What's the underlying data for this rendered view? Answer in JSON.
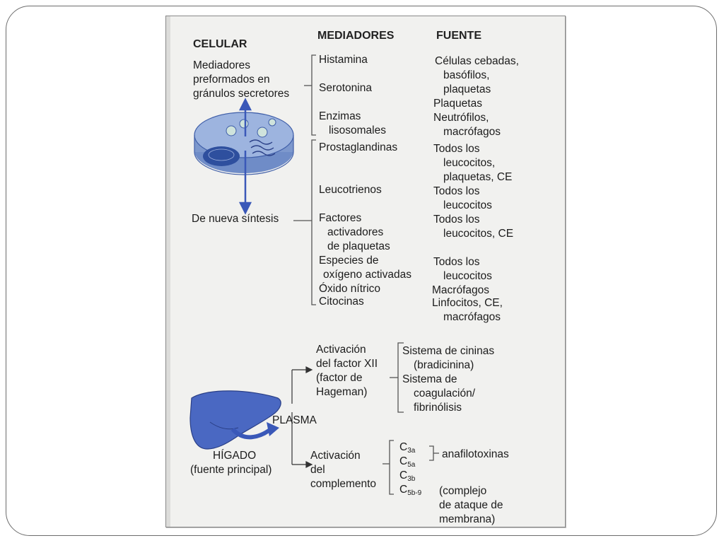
{
  "headers": {
    "celular": "CELULAR",
    "mediadores": "MEDIADORES",
    "fuente": "FUENTE"
  },
  "cell": {
    "preformed": [
      "Mediadores",
      "preformados en",
      "gránulos secretores"
    ],
    "new_synthesis": "De nueva síntesis"
  },
  "mediators": [
    {
      "name": [
        "Histamina"
      ],
      "source": [
        "Células cebadas,",
        "basófilos,",
        "plaquetas"
      ]
    },
    {
      "name": [
        "Serotonina"
      ],
      "source": [
        "Plaquetas"
      ]
    },
    {
      "name": [
        "Enzimas",
        "lisosomales"
      ],
      "source": [
        "Neutrófilos,",
        "macrófagos"
      ]
    },
    {
      "name": [
        "Prostaglandinas"
      ],
      "source": [
        "Todos los",
        "leucocitos,",
        "plaquetas, CE"
      ]
    },
    {
      "name": [
        "Leucotrienos"
      ],
      "source": [
        "Todos los",
        "leucocitos"
      ]
    },
    {
      "name": [
        "Factores",
        "activadores",
        "de plaquetas"
      ],
      "source": [
        "Todos los",
        "leucocitos, CE"
      ]
    },
    {
      "name": [
        "Especies de",
        "oxígeno activadas"
      ],
      "source": [
        "Todos los",
        "leucocitos"
      ]
    },
    {
      "name": [
        "Óxido nítrico"
      ],
      "source": [
        "Macrófagos"
      ]
    },
    {
      "name": [
        "Citocinas"
      ],
      "source": [
        "Linfocitos, CE,",
        "macrófagos"
      ]
    }
  ],
  "plasma": {
    "label": "PLASMA",
    "liver": [
      "HÍGADO",
      "(fuente principal)"
    ],
    "factor_xii": [
      "Activación",
      "del factor XII",
      "(factor de",
      "Hageman)"
    ],
    "factor_xii_systems": [
      "Sistema de cininas",
      "(bradicinina)",
      "Sistema de",
      "coagulación/",
      "fibrinólisis"
    ],
    "complement": [
      "Activación",
      "del",
      "complemento"
    ],
    "components": [
      {
        "base": "C",
        "sub": "3a"
      },
      {
        "base": "C",
        "sub": "5a"
      },
      {
        "base": "C",
        "sub": "3b"
      },
      {
        "base": "C",
        "sub": "5b-9"
      }
    ],
    "anaphylatoxins": "anafilotoxinas",
    "mac": [
      "(complejo",
      "de ataque de",
      "membrana)"
    ]
  },
  "colors": {
    "cell_blue": "#8fa9d8",
    "nucleus_blue": "#2e4f9e",
    "liver_blue": "#4a68c2",
    "arrow_blue": "#3a58b8",
    "vesicle_teal": "#cfe3dc"
  }
}
